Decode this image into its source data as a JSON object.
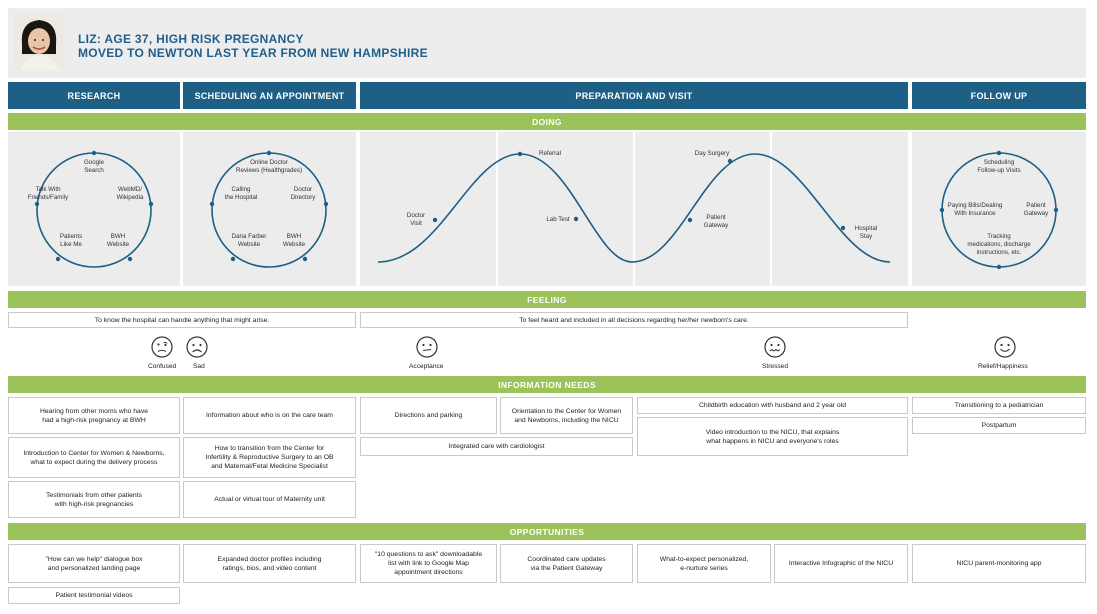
{
  "persona": {
    "line1": "LIZ: AGE 37, HIGH RISK PREGNANCY",
    "line2": "MOVED TO NEWTON LAST YEAR FROM NEW HAMPSHIRE"
  },
  "phases": {
    "research": "RESEARCH",
    "scheduling": "SCHEDULING AN APPOINTMENT",
    "preparation": "PREPARATION AND VISIT",
    "followup": "FOLLOW UP"
  },
  "sections": {
    "doing": "DOING",
    "feeling": "FEELING",
    "info_needs": "INFORMATION NEEDS",
    "opportunities": "OPPORTUNITIES"
  },
  "doing": {
    "research": {
      "top": "Google\nSearch",
      "left": "Talk With\nFriends/Family",
      "right": "WebMD/\nWikipedia",
      "bottom_left": "Patients\nLike Me",
      "bottom_right": "BWH\nWebsite"
    },
    "scheduling": {
      "top": "Online Doctor\nReviews (Healthgrades)",
      "left": "Calling\nthe Hospital",
      "right": "Doctor\nDirectory",
      "bottom_left": "Dana Farber\nWebsite",
      "bottom_right": "BWH\nWebsite"
    },
    "preparation": {
      "doctor_visit": "Doctor\nVisit",
      "referral": "Referral",
      "lab_test": "Lab Test",
      "day_surgery": "Day Surgery",
      "patient_gateway": "Patient\nGateway",
      "hospital_stay": "Hospital\nStay"
    },
    "followup": {
      "top": "Scheduling\nFollow-up Visits",
      "left": "Paying Bills/Dealing\nWith Insurance",
      "right": "Patient\nGateway",
      "bottom": "Tracking\nmedications, discharge\ninstructions, etc."
    }
  },
  "feeling": {
    "goal_left": "To know the hospital can handle anything that might arise.",
    "goal_right": "To feel heard and included in all decisions regarding her/her newborn's care.",
    "confused": "Confused",
    "sad": "Sad",
    "acceptance": "Acceptance",
    "stressed": "Stressed",
    "relief": "Relief/Happiness"
  },
  "info_needs": {
    "hearing": "Hearing from other moms who have\nhad a high-risk pregnancy at BWH",
    "intro_center": "Introduction to Center for Women & Newborns,\nwhat to expect during the delivery process",
    "testimonials": "Testimonials from other patients\nwith high-risk pregnancies",
    "care_team": "Information about who is on the care team",
    "transition": "How to transition from the Center for\nInfertility & Reproductive Surgery to an OB\nand Maternal/Fetal Medicine Specialist",
    "tour": "Actual or virtual tour of Maternity unit",
    "directions": "Directions and parking",
    "orientation": "Orientation to the Center for Women\nand Newborns, including the NICU",
    "cardiologist": "Integrated care with cardiologist",
    "childbirth": "Childbirth education with husband and 2 year old",
    "nicu_video": "Video introduction to the NICU, that explains\nwhat happens in NICU and everyone's roles",
    "pediatrician": "Transitioning to a pediatrician",
    "postpartum": "Postpartum"
  },
  "opportunities": {
    "dialogue": "\"How can we help\" dialogue box\nand personalized landing page",
    "profiles": "Expanded doctor profiles including\nratings, bios, and video content",
    "questions": "\"10 questions to ask\" downloadable\nlist with link to Google Map\nappointment directions",
    "coordinated": "Coordinated care updates\nvia the Patient Gateway",
    "nurture": "What-to-expect personalized,\ne-nurture series",
    "infographic": "Interactive Infographic of the NICU",
    "app": "NICU parent-monitoring app",
    "testimonial_videos": "Patient testimonial videos"
  },
  "colors": {
    "phase_header": "#1e5f85",
    "section_bar": "#9bc35a",
    "cycle_line": "#1e5f85",
    "panel": "#ececec"
  },
  "icons": {
    "persona": "persona-photo",
    "confused": "confused-face-icon",
    "sad": "sad-face-icon",
    "acceptance": "neutral-face-icon",
    "stressed": "stressed-face-icon",
    "relief": "happy-face-icon"
  }
}
